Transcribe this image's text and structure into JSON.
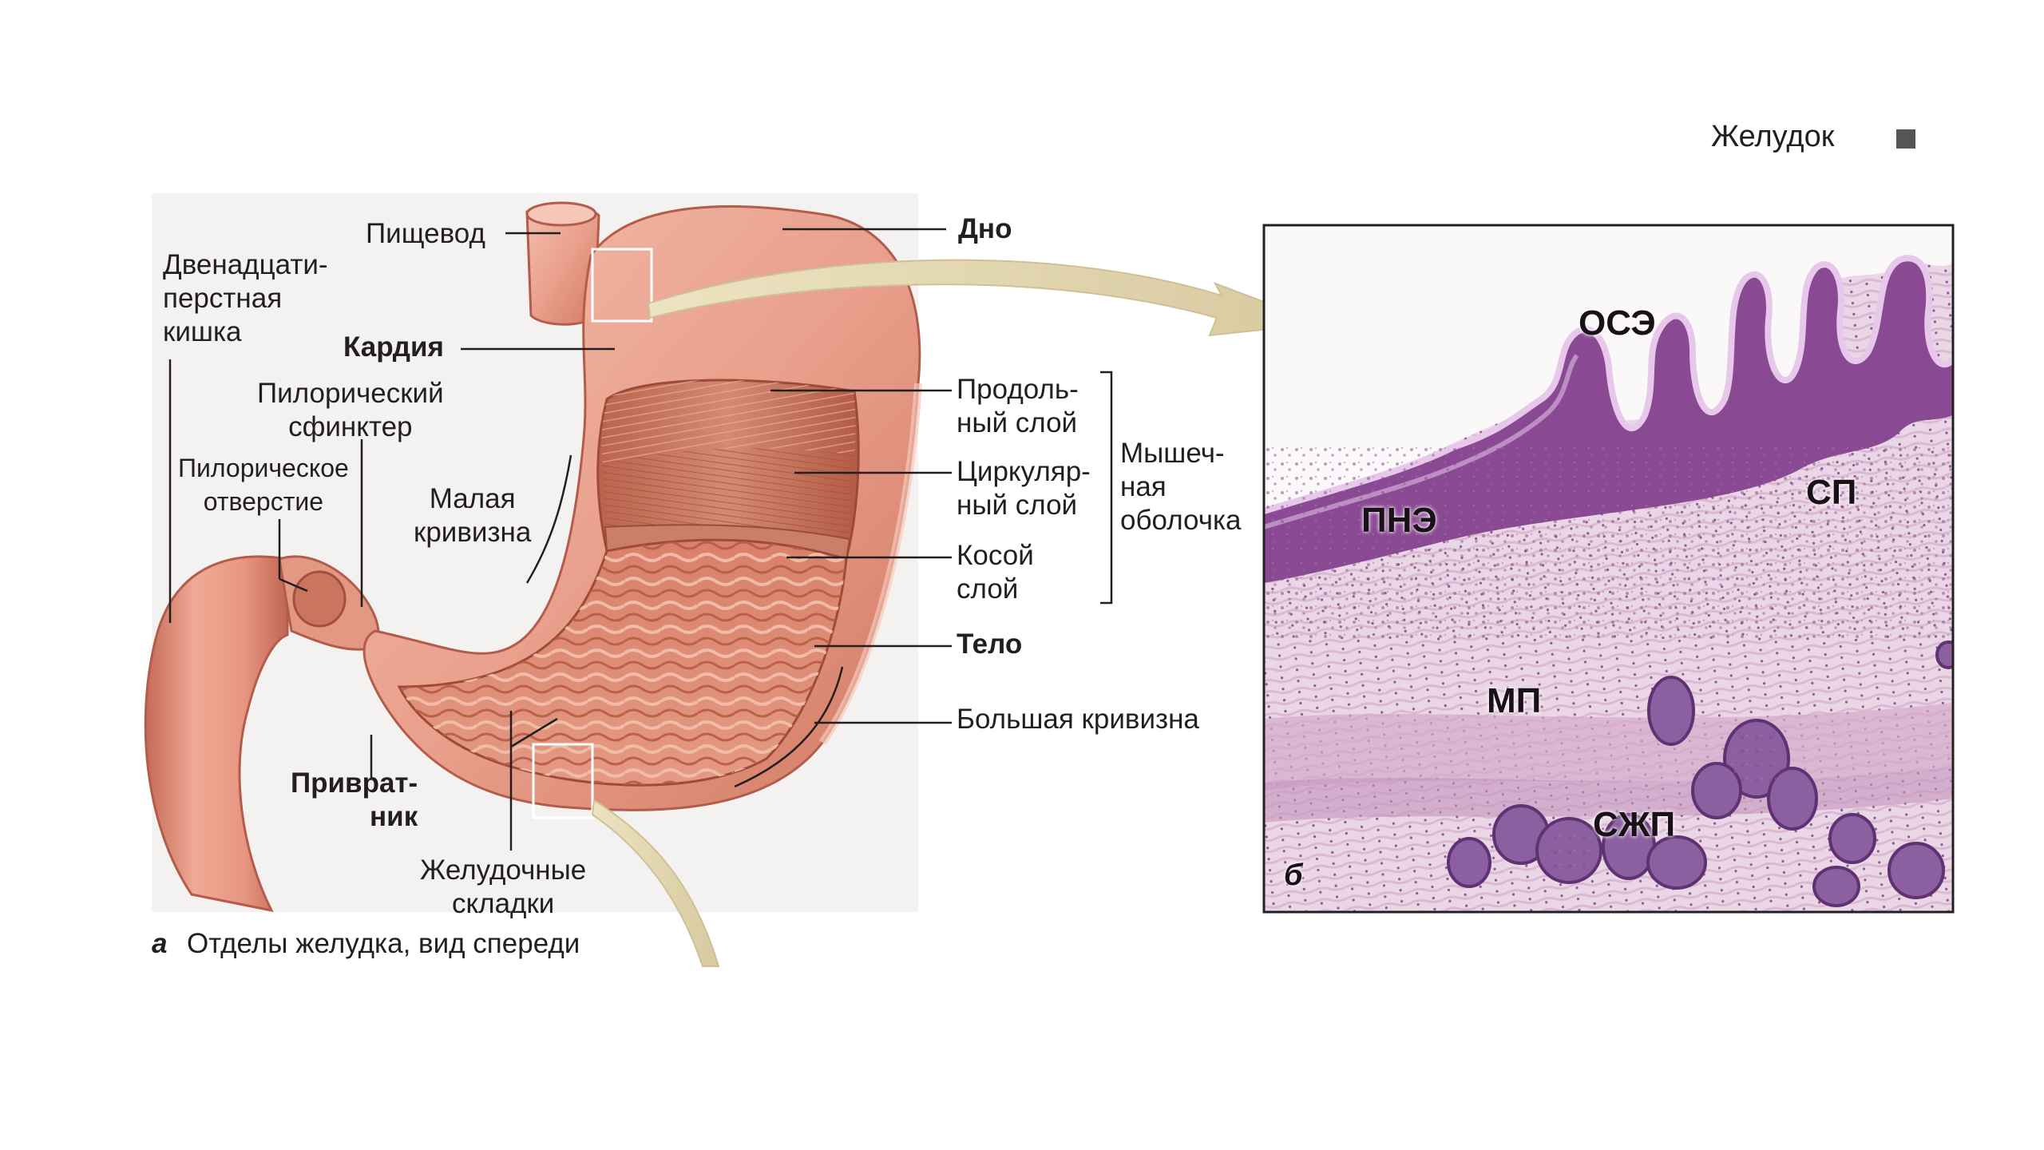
{
  "header": {
    "title": "Желудок",
    "marker_color": "#555555"
  },
  "panel_a": {
    "letter": "а",
    "caption": "Отделы желудка, вид спереди",
    "labels": {
      "esophagus": "Пищевод",
      "fundus": "Дно",
      "duodenum": "Двенадцати-\nперстная\nкишка",
      "cardia": "Кардия",
      "pyloric_sphincter": "Пилорический\nсфинктер",
      "pyloric_orifice": "Пилорическое\nотверстие",
      "lesser_curvature": "Малая\nкривизна",
      "longitudinal_layer": "Продоль-\nный слой",
      "circular_layer": "Циркуляр-\nный слой",
      "oblique_layer": "Косой\nслой",
      "muscular_coat": "Мышеч-\nная\nоболочка",
      "body": "Тело",
      "greater_curvature": "Большая кривизна",
      "pylorus": "Приврат-\nник",
      "gastric_folds": "Желудочные\nскладки"
    }
  },
  "panel_b": {
    "letter": "б",
    "labels": {
      "ose": "ОСЭ",
      "pne": "ПНЭ",
      "sp": "СП",
      "mp": "МП",
      "szhp": "СЖП"
    }
  },
  "colors": {
    "stomach_outer": "#e8a08e",
    "stomach_inner": "#c9705a",
    "muscle": "#c97e68",
    "tissue_bg": "#e7cfe0",
    "epithelium": "#7d3f86",
    "arrow": "#e6dcb9"
  }
}
